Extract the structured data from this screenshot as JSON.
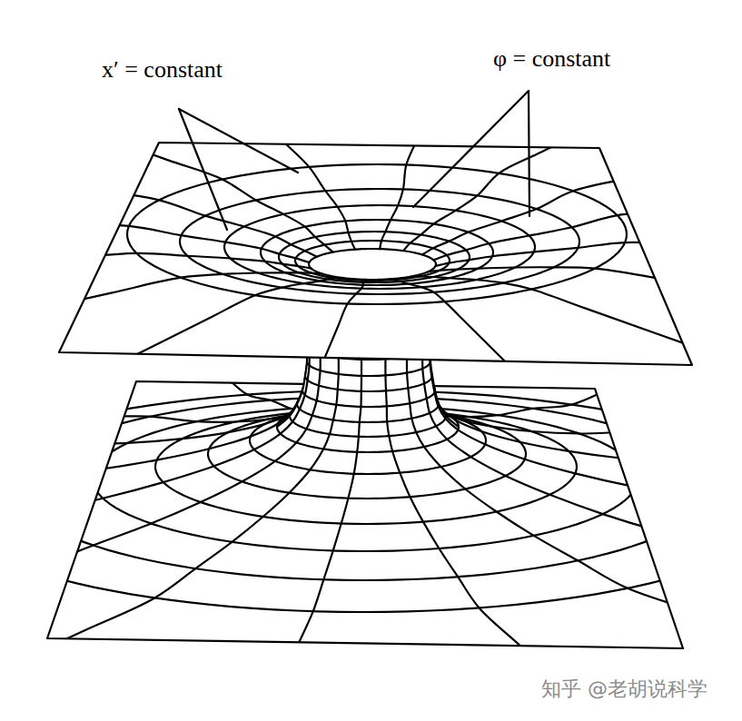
{
  "diagram": {
    "labels": [
      "x′ = constant",
      "φ = constant",
      "知乎 @老胡说科学"
    ]
  }
}
